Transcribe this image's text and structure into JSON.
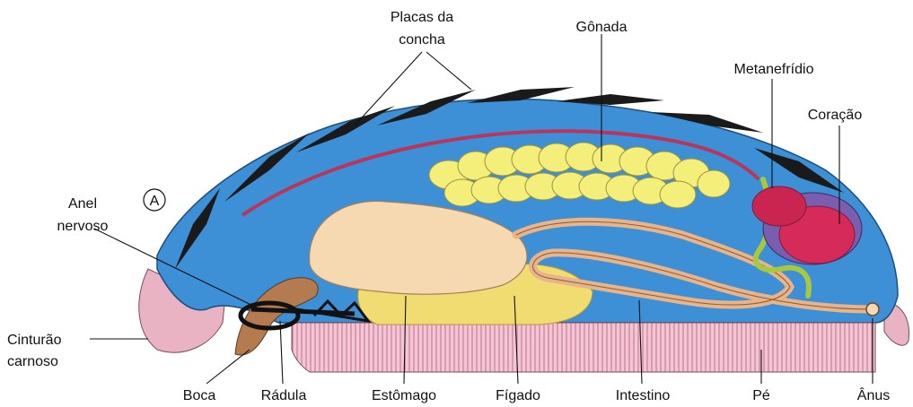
{
  "figure_letter": "A",
  "labels": {
    "placas_line1": "Placas da",
    "placas_line2": "concha",
    "gonada": "Gônada",
    "metanefridio": "Metanefrídio",
    "coracao": "Coração",
    "anel_line1": "Anel",
    "anel_line2": "nervoso",
    "cinturao_line1": "Cinturão",
    "cinturao_line2": "carnoso",
    "boca": "Boca",
    "radula": "Rádula",
    "estomago": "Estômago",
    "figado": "Fígado",
    "intestino": "Intestino",
    "pe": "Pé",
    "anus": "Ânus"
  },
  "colors": {
    "body_blue": "#3d8fd6",
    "shell_plate": "#1a1a1a",
    "gonad_yellow": "#f4ee7a",
    "stomach_peach": "#f6d9b0",
    "liver_yellow": "#f1dc72",
    "heart_red": "#d62a5a",
    "foot_pink": "#e9a0b4",
    "nephridium_green": "#a8c840"
  }
}
